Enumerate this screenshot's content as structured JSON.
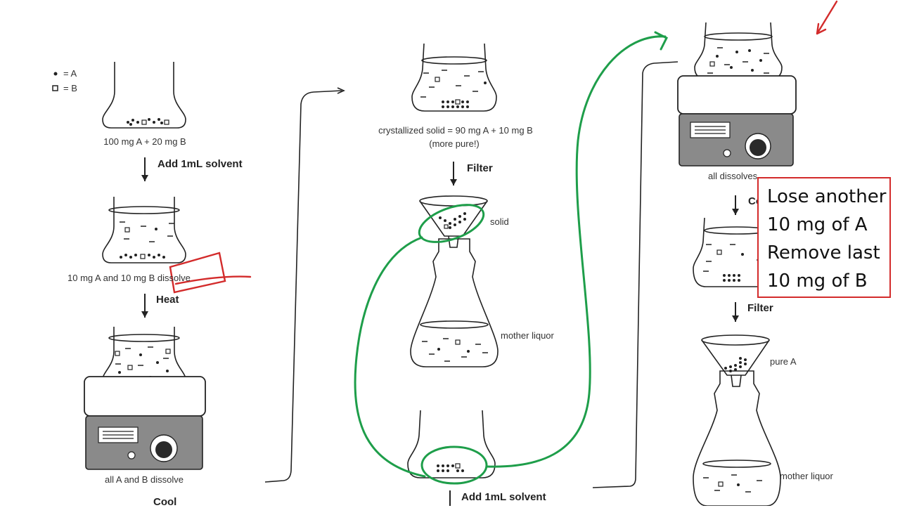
{
  "legend": {
    "a_symbol": "A",
    "b_symbol": "B",
    "eq": "="
  },
  "col1": {
    "flask1_label": "100 mg A + 20 mg B",
    "step1": "Add 1mL solvent",
    "flask2_label": "10 mg A and 10 mg B dissolve",
    "step2": "Heat",
    "flask3_label": "all A and B dissolve",
    "step3": "Cool"
  },
  "col2": {
    "flask1_label": "crystallized solid = 90 mg A + 10 mg B",
    "flask1_sublabel": "(more pure!)",
    "step1": "Filter",
    "funnel_label": "solid",
    "mother_liquor_label": "mother liquor",
    "step2": "Add 1mL solvent"
  },
  "col3": {
    "flask1_label": "all dissolves",
    "step1": "Cool",
    "step2": "Filter",
    "funnel_label": "pure A",
    "mother_liquor_label": "mother liquor"
  },
  "note": {
    "lines": [
      "Lose another",
      "10 mg of A",
      "Remove last",
      "10 mg of B"
    ],
    "border_color": "#d32b2b"
  },
  "colors": {
    "annotation_green": "#1e9e4a",
    "annotation_red": "#d32b2b",
    "ink": "#222222",
    "hotplate_body": "#8a8a8a"
  }
}
